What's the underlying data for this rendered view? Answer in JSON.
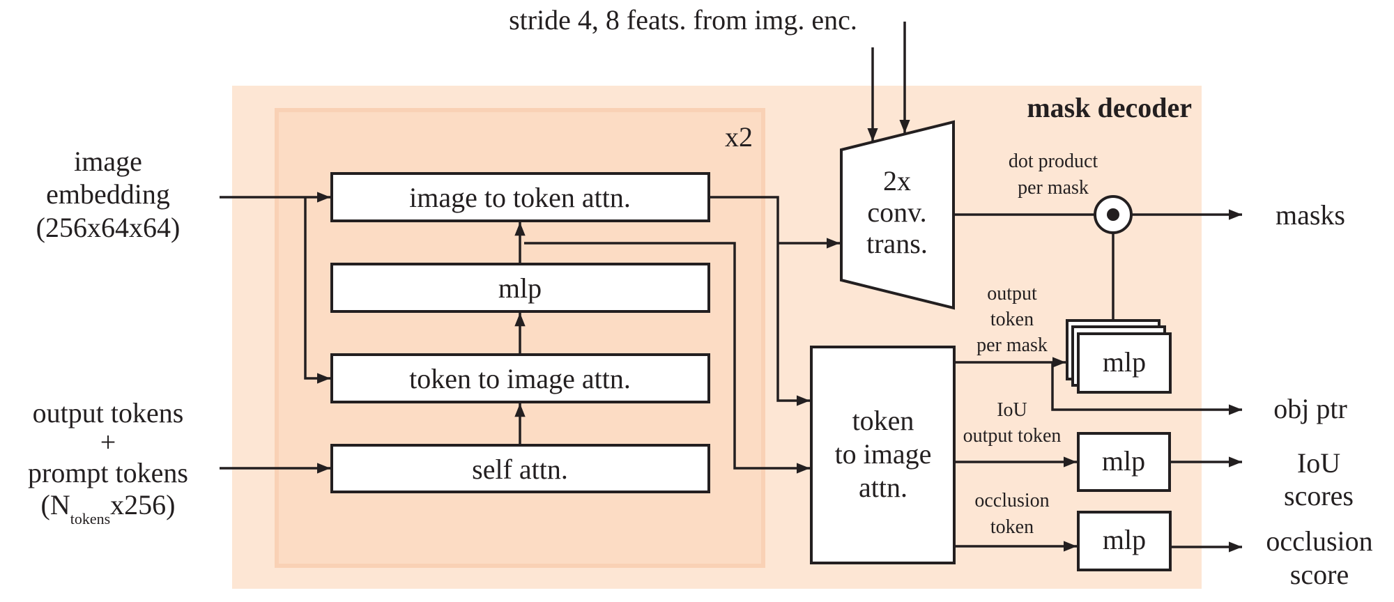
{
  "title": "mask decoder",
  "repeat_label": "x2",
  "colors": {
    "outer_panel": "#fde6d4",
    "inner_panel": "#fcdcc4",
    "inner_panel_border": "#f9d1b5",
    "stroke": "#231f20",
    "box_fill": "#ffffff"
  },
  "inputs": {
    "top": "stride 4, 8 feats. from img. enc.",
    "image_embedding": [
      "image",
      "embedding",
      "(256x64x64)"
    ],
    "tokens": {
      "line1": "output tokens",
      "line2": "+",
      "line3": "prompt tokens",
      "line4_prefix": "(N",
      "line4_sub": "tokens",
      "line4_suffix": "x256)"
    }
  },
  "transformer_blocks": [
    {
      "id": "image-to-token-attn",
      "label": "image to token attn."
    },
    {
      "id": "mlp",
      "label": "mlp"
    },
    {
      "id": "token-to-image-attn",
      "label": "token to image attn."
    },
    {
      "id": "self-attn",
      "label": "self attn."
    }
  ],
  "upsampler": [
    "2x",
    "conv.",
    "trans."
  ],
  "final_attn": [
    "token",
    "to image",
    "attn."
  ],
  "annotations": {
    "dot_product": [
      "dot product",
      "per mask"
    ],
    "output_token": [
      "output",
      "token",
      "per mask"
    ],
    "iou_token": [
      "IoU",
      "output token"
    ],
    "occlusion_token": [
      "occlusion",
      "token"
    ]
  },
  "heads": {
    "mask_mlp": "mlp",
    "iou_mlp": "mlp",
    "occlusion_mlp": "mlp"
  },
  "outputs": {
    "masks": "masks",
    "obj_ptr": "obj ptr",
    "iou": [
      "IoU",
      "scores"
    ],
    "occlusion": [
      "occlusion",
      "score"
    ]
  }
}
